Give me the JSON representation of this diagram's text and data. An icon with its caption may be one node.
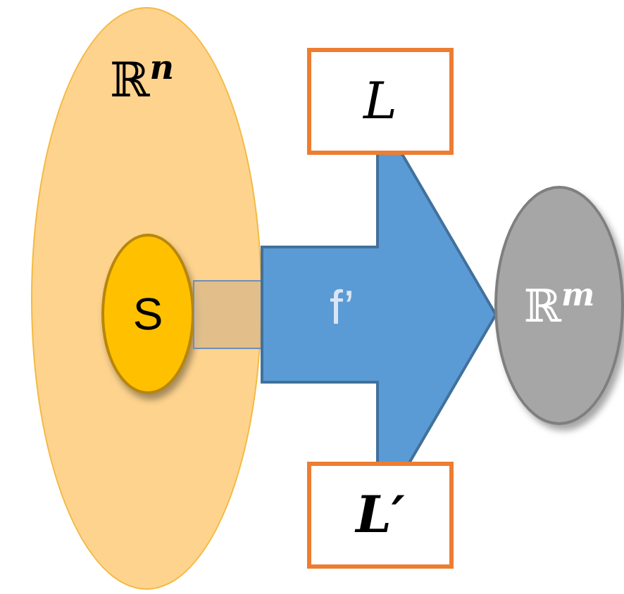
{
  "diagram": {
    "nodes": [
      {
        "text": [
          "ℝ$^{n}$"
        ]
      },
      {
        "text": [
          "S"
        ],
        "in": 0
      },
      {
        "text": [
          "ℝ$^{m}$"
        ]
      },
      {
        "text": [
          "L"
        ]
      },
      {
        "text": [
          "L′"
        ]
      }
    ],
    "edges": [
      {
        "from": 1,
        "to": 2,
        "arrow": "to",
        "label": "f’",
        "style": "thick",
        "color": "#5b9bd5"
      }
    ]
  }
}
